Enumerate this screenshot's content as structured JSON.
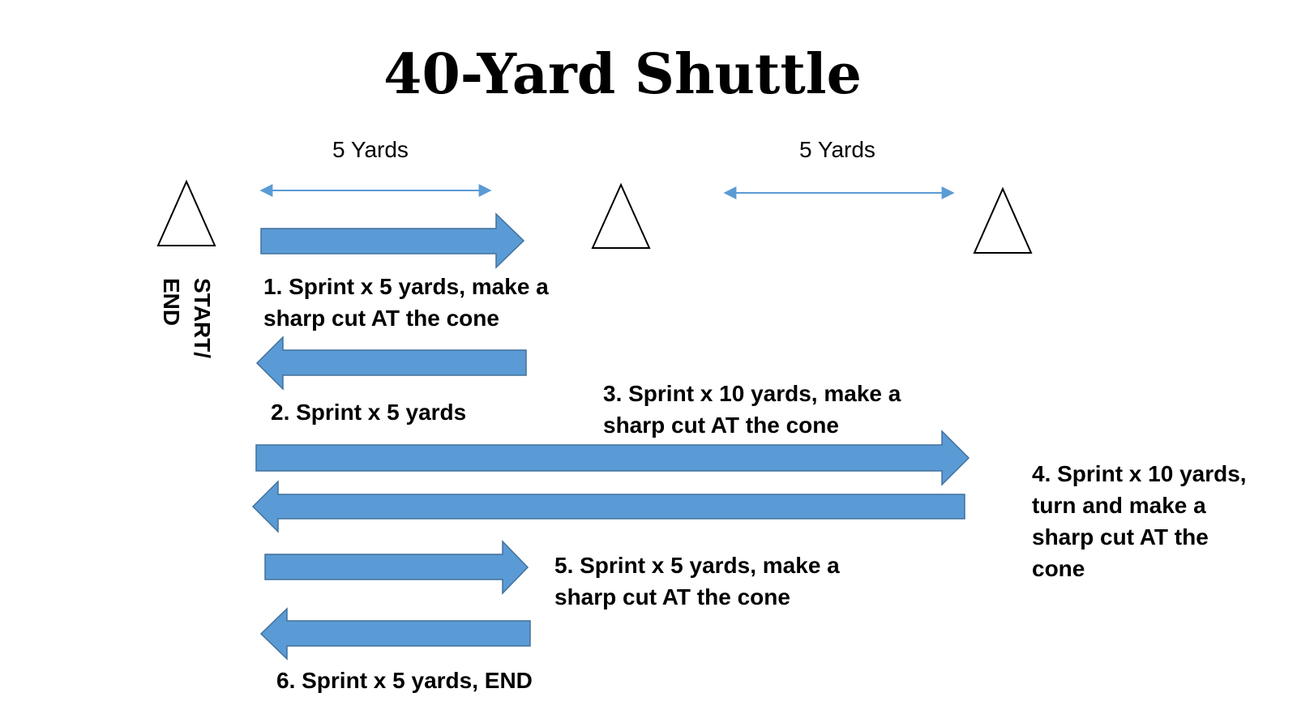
{
  "title": "40-Yard Shuttle",
  "colors": {
    "arrow_fill": "#5B9BD5",
    "arrow_stroke": "#41719C",
    "cone_stroke": "#000000",
    "dimension_line": "#5B9BD5"
  },
  "dimensions": [
    {
      "label": "5 Yards"
    },
    {
      "label": "5 Yards"
    }
  ],
  "cones": [
    {
      "name": "start-cone"
    },
    {
      "name": "middle-cone"
    },
    {
      "name": "far-cone"
    }
  ],
  "start_label": "START/\nEND",
  "steps": [
    {
      "label": "1. Sprint x 5 yards, make a\nsharp cut AT the cone"
    },
    {
      "label": "2. Sprint x 5 yards"
    },
    {
      "label": "3. Sprint x 10 yards, make a\nsharp cut AT the cone"
    },
    {
      "label": "4. Sprint x 10 yards,\nturn and make a\nsharp cut AT the\ncone"
    },
    {
      "label": "5. Sprint x 5 yards, make a\nsharp cut AT the cone"
    },
    {
      "label": "6. Sprint x 5 yards, END"
    }
  ]
}
